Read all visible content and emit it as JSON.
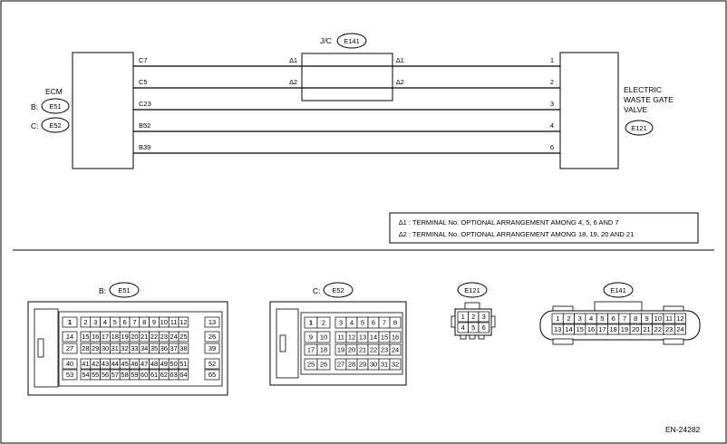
{
  "diagram": {
    "ecm_label": "ECM",
    "ecm_connectors": [
      {
        "prefix": "B:",
        "name": "E51"
      },
      {
        "prefix": "C:",
        "name": "E52"
      }
    ],
    "jc_label": "J/C",
    "jc_connector": "E141",
    "valve_label_lines": [
      "ELECTRIC",
      "WASTE GATE",
      "VALVE"
    ],
    "valve_connector": "E121",
    "wires": [
      {
        "ecm_pin": "C7",
        "jc_mark_left": "∆1",
        "jc_mark_right": "∆1",
        "valve_pin": "1"
      },
      {
        "ecm_pin": "C5",
        "jc_mark_left": "∆2",
        "jc_mark_right": "∆2",
        "valve_pin": "2"
      },
      {
        "ecm_pin": "C23",
        "jc_mark_left": "",
        "jc_mark_right": "",
        "valve_pin": "3"
      },
      {
        "ecm_pin": "B52",
        "jc_mark_left": "",
        "jc_mark_right": "",
        "valve_pin": "4"
      },
      {
        "ecm_pin": "B39",
        "jc_mark_left": "",
        "jc_mark_right": "",
        "valve_pin": "6"
      }
    ],
    "notes": [
      "∆1 : TERMINAL No. OPTIONAL ARRANGEMENT AMONG 4, 5, 6 AND 7",
      "∆2 : TERMINAL No. OPTIONAL ARRANGEMENT AMONG 18, 19, 20 AND 21"
    ],
    "figure_id": "EN-24282"
  },
  "connectors": {
    "e51": {
      "prefix": "B:",
      "name": "E51",
      "left_col": [
        "1",
        "14",
        "27",
        "40",
        "53"
      ],
      "right_col": [
        "13",
        "26",
        "39",
        "52",
        "65"
      ],
      "rows": [
        [
          "2",
          "3",
          "4",
          "5",
          "6",
          "7",
          "8",
          "9",
          "10",
          "11",
          "12"
        ],
        [
          "15",
          "16",
          "17",
          "18",
          "19",
          "20",
          "21",
          "22",
          "23",
          "24",
          "25"
        ],
        [
          "28",
          "29",
          "30",
          "31",
          "32",
          "33",
          "34",
          "35",
          "36",
          "37",
          "38"
        ],
        [
          "41",
          "42",
          "43",
          "44",
          "45",
          "46",
          "47",
          "48",
          "49",
          "50",
          "51"
        ],
        [
          "54",
          "55",
          "56",
          "57",
          "58",
          "59",
          "60",
          "61",
          "62",
          "63",
          "64"
        ]
      ]
    },
    "e52": {
      "prefix": "C:",
      "name": "E52",
      "left_col": [
        [
          "1",
          "2"
        ],
        [
          "9",
          "10"
        ],
        [
          "17",
          "18"
        ],
        [
          "25",
          "26"
        ]
      ],
      "rows": [
        [
          "3",
          "4",
          "5",
          "6",
          "7",
          "8"
        ],
        [
          "11",
          "12",
          "13",
          "14",
          "15",
          "16"
        ],
        [
          "19",
          "20",
          "21",
          "22",
          "23",
          "24"
        ],
        [
          "27",
          "28",
          "29",
          "30",
          "31",
          "32"
        ]
      ]
    },
    "e121": {
      "name": "E121",
      "rows": [
        [
          "1",
          "2",
          "3"
        ],
        [
          "4",
          "5",
          "6"
        ]
      ]
    },
    "e141": {
      "name": "E141",
      "rows": [
        [
          "1",
          "2",
          "3",
          "4",
          "5",
          "6",
          "7",
          "8",
          "9",
          "10",
          "11",
          "12"
        ],
        [
          "13",
          "14",
          "15",
          "16",
          "17",
          "18",
          "19",
          "20",
          "21",
          "22",
          "23",
          "24"
        ]
      ]
    }
  }
}
